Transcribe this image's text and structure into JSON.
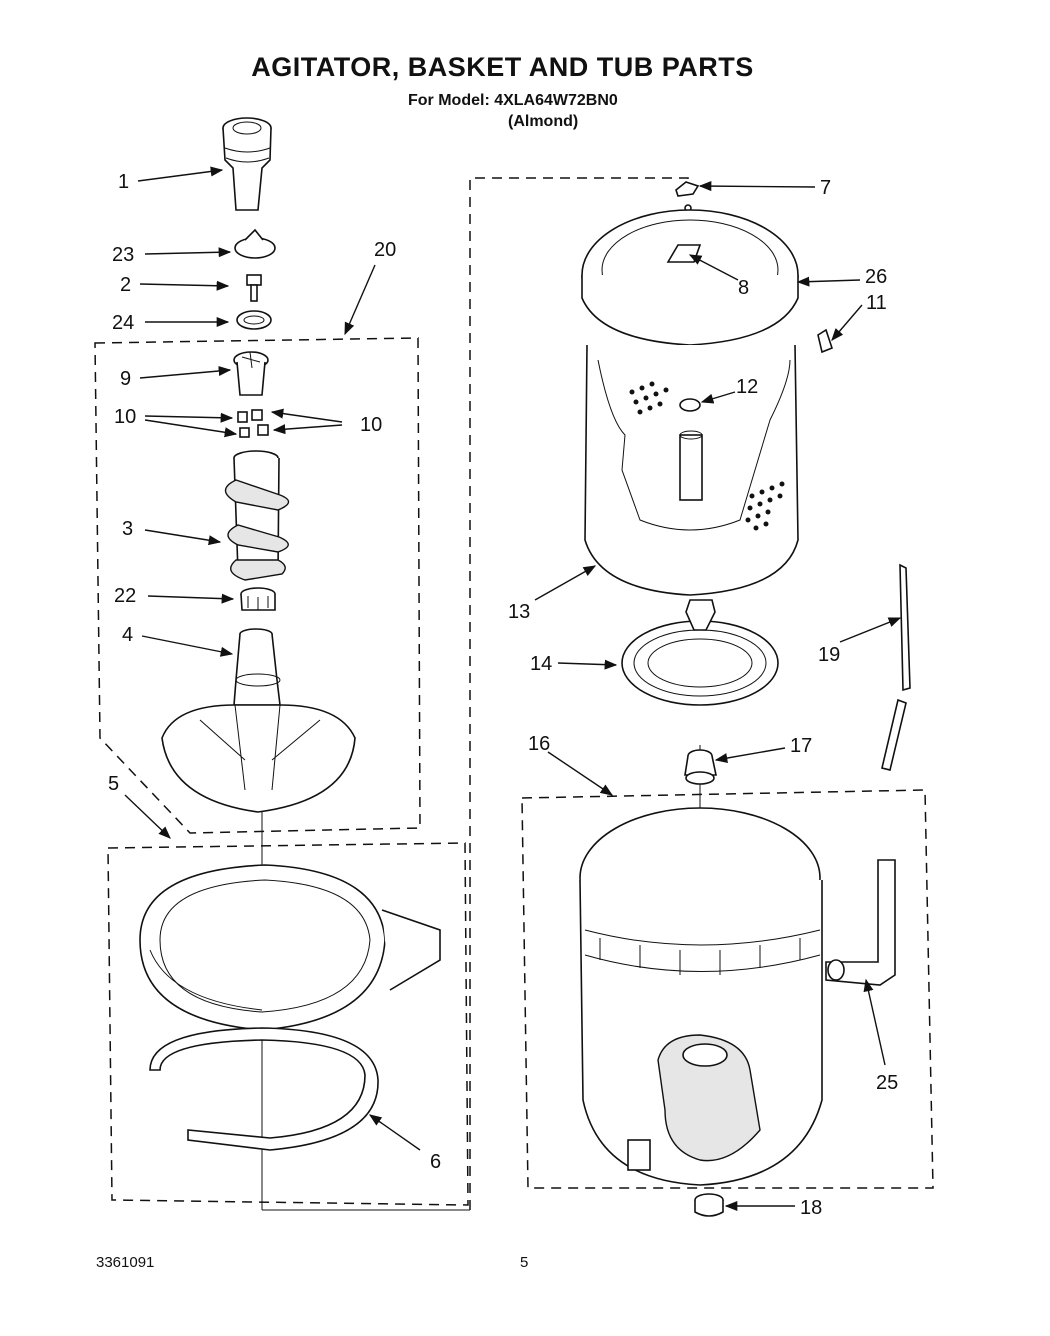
{
  "header": {
    "title": "AGITATOR, BASKET AND TUB PARTS",
    "model_line": "For Model: 4XLA64W72BN0",
    "color_line": "(Almond)"
  },
  "footer": {
    "doc_number": "3361091",
    "page_number": "5"
  },
  "callouts": [
    "1",
    "23",
    "2",
    "24",
    "20",
    "9",
    "10",
    "10",
    "3",
    "22",
    "4",
    "5",
    "6",
    "7",
    "8",
    "26",
    "11",
    "12",
    "13",
    "14",
    "19",
    "16",
    "17",
    "25",
    "18"
  ]
}
